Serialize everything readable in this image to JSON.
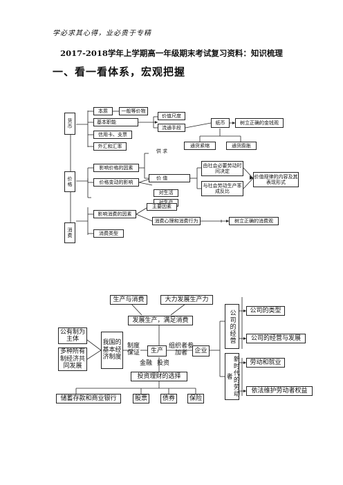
{
  "header": {
    "motto": "学必求其心得，业必贵于专精",
    "title": "2017-2018学年上学期高一年级期末考试复习资料：知识梳理",
    "section": "一、看一看体系，宏观把握"
  },
  "d1": {
    "money": "货币",
    "essence": "本质",
    "general_equivalent": "一般等价物",
    "basic_functions": "基本职能",
    "measure_value": "价值尺度",
    "circulation": "流通手段",
    "paper_money": "纸币",
    "correct_money_view": "树立正确的金钱观",
    "credit_card": "信用卡、支票",
    "forex": "外汇和汇率",
    "deflation": "通货紧缩",
    "inflation": "通货膨胀",
    "price": "价格",
    "price_factors": "影响价格的因素",
    "supply_demand": "供 求",
    "value": "价 值",
    "social_labor_time": "由社会必要劳动时间决定",
    "productivity_inverse": "与社会劳动生产率成反比",
    "value_law": "价值规律的内容及其表现形式",
    "price_change_effects": "价格变动的影响",
    "on_life": "对生活",
    "on_production": "对生产",
    "consumption": "消费",
    "consumption_factors": "影响消费的因素",
    "main_factors": "主要因素",
    "consumer_psychology": "消费心理和消费行为",
    "correct_consumption": "树立正确的消费观",
    "consumption_types": "消费类型"
  },
  "d2": {
    "prod_consumption": "生产与消费",
    "develop_productivity": "大力发展生产力",
    "develop_production": "发展生产，满足消费",
    "public_main": "公有制为主体",
    "multi_ownership": "多种所有制经济共同发展",
    "basic_system": "我国的基本经济制度",
    "system_guarantee": "制度保证",
    "production": "生产",
    "organizer": "组织者参加者",
    "enterprise": "企业",
    "finance": "金融",
    "investment": "投资",
    "company_management": "公司的经营",
    "company_types": "公司的类型",
    "company_operation": "公司的经营与发展",
    "new_era_workers": "新时代的劳动者",
    "labor_employment": "劳动和就业",
    "labor_rights": "依法维护劳动者权益",
    "investment_choice": "投资理财的选择",
    "savings_bank": "储蓄存款和商业银行",
    "stocks": "股票",
    "bonds": "债券",
    "insurance": "保险"
  }
}
